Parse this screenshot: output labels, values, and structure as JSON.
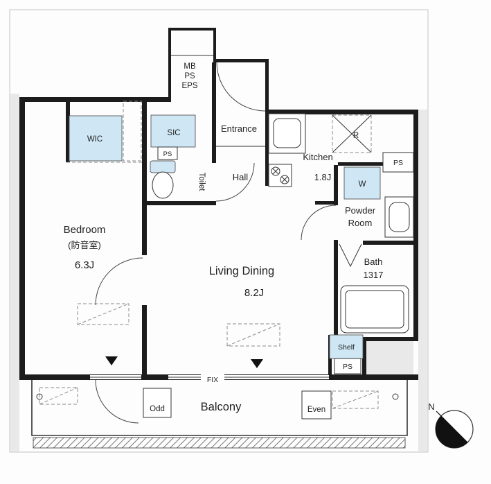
{
  "title": "Apartment floor plan",
  "colors": {
    "fixture_fill": "#cfe7f5",
    "wall": "#1c1c1c",
    "margin": "#e9e9e9"
  },
  "rooms": {
    "bedroom": {
      "name": "Bedroom",
      "note": "(防音室)",
      "area": "6.3J"
    },
    "living": {
      "name": "Living Dining",
      "area": "8.2J"
    },
    "kitchen": {
      "name": "Kitchen",
      "area": "1.8J"
    },
    "bath": {
      "name": "Bath",
      "size": "1317"
    },
    "powder": {
      "line1": "Powder",
      "line2": "Room"
    },
    "hall": "Hall",
    "entrance": "Entrance",
    "toilet": "Toilet",
    "balcony": "Balcony"
  },
  "fixtures": {
    "wic": "WIC",
    "sic": "SIC",
    "fridge": "R",
    "washer": "W",
    "shelf": "Shelf",
    "ps_entry": "PS",
    "ps_right": "PS",
    "ps_shelf": "PS",
    "shaft": [
      "MB",
      "PS",
      "EPS"
    ],
    "fix_window": "FIX",
    "odd": "Odd",
    "even": "Even"
  },
  "compass": {
    "north": "N"
  }
}
